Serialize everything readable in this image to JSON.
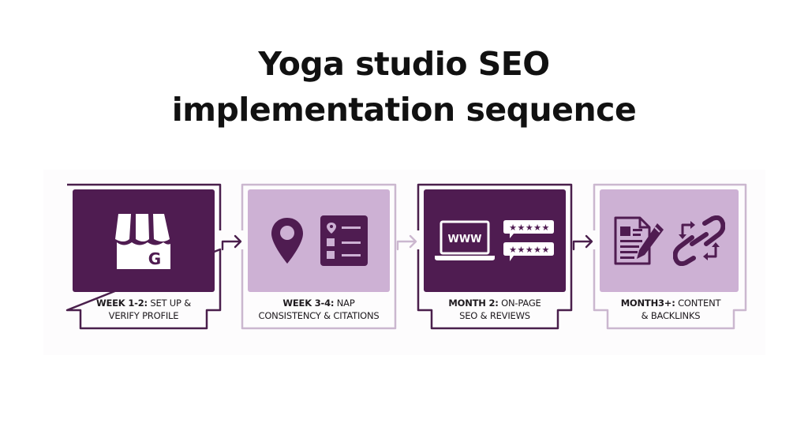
{
  "title": {
    "line1": "Yoga studio SEO",
    "line2": "implementation sequence"
  },
  "colors": {
    "dark_purple": "#4f1c51",
    "light_purple": "#cdb1d4",
    "dark_frame": "#4a1f4c",
    "light_frame": "#cbb7cf",
    "text": "#1e1a1e"
  },
  "steps": [
    {
      "phase": "WEEK 1-2:",
      "line1_rest": " SET UP &",
      "line2": "VERIFY PROFILE",
      "theme": "dark",
      "icons": [
        "google-business-storefront-icon"
      ]
    },
    {
      "phase": "WEEK 3-4:",
      "line1_rest": " NAP",
      "line2": "CONSISTENCY & CITATIONS",
      "theme": "light",
      "icons": [
        "map-pin-icon",
        "location-list-icon"
      ]
    },
    {
      "phase": "MONTH 2:",
      "line1_rest": " ON-PAGE",
      "line2": "SEO & REVIEWS",
      "theme": "dark",
      "icons": [
        "laptop-www-icon",
        "star-review-bubbles-icon"
      ],
      "laptop_text": "WWW"
    },
    {
      "phase": "MONTH3+:",
      "line1_rest": " CONTENT",
      "line2": "& BACKLINKS",
      "theme": "light",
      "icons": [
        "document-pen-icon",
        "backlink-chain-icon"
      ]
    }
  ],
  "store_letter": "G"
}
